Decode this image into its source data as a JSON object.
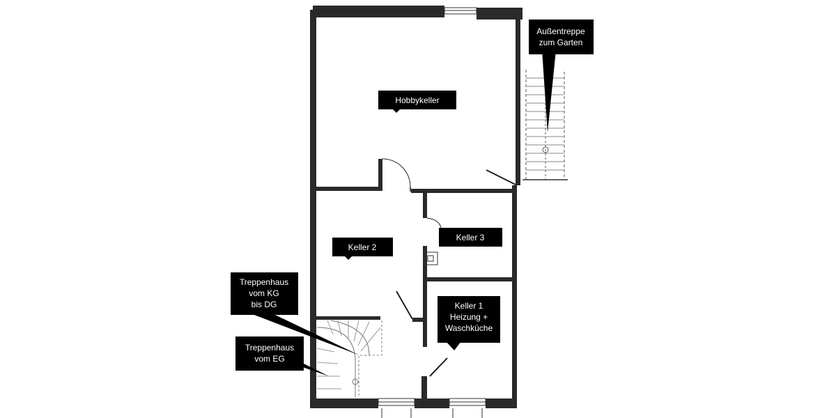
{
  "labels": {
    "hobbykeller": "Hobbykeller",
    "keller2": "Keller 2",
    "keller3": "Keller 3",
    "keller1_line1": "Keller 1",
    "keller1_line2": "Heizung +",
    "keller1_line3": "Waschküche",
    "aussentreppe_line1": "Außentreppe",
    "aussentreppe_line2": "zum Garten",
    "treppenhaus_kg_line1": "Treppenhaus",
    "treppenhaus_kg_line2": "vom KG",
    "treppenhaus_kg_line3": "bis DG",
    "treppenhaus_eg_line1": "Treppenhaus",
    "treppenhaus_eg_line2": "vom EG"
  },
  "colors": {
    "wall": "#2a2a2a",
    "label_bg": "#000000",
    "label_text": "#ffffff",
    "stair_line": "#777777",
    "background": "#ffffff"
  }
}
